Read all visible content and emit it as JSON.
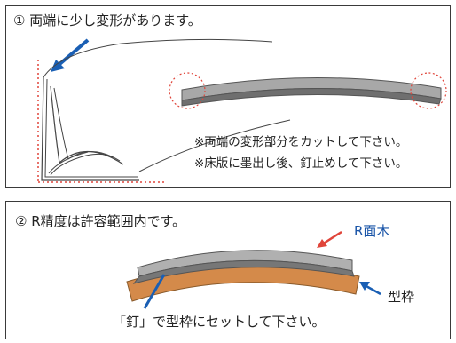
{
  "panel1": {
    "title": "① 両端に少し変形があります。",
    "notes": [
      "※両端の変形部分をカットして下さい。",
      "※床版に墨出し後、釘止めして下さい。"
    ]
  },
  "panel2": {
    "title": "② R精度は許容範囲内です。",
    "label_rmenki": "R面木",
    "label_katawaku": "型枠",
    "caption": "「釘」で型枠にセットして下さい。"
  },
  "colors": {
    "arrow_blue": "#1a5fb4",
    "accent_red": "#e0453a",
    "wood": "#d48a4a",
    "metal": "#9a9a9a",
    "label_blue": "#1a55a8"
  }
}
